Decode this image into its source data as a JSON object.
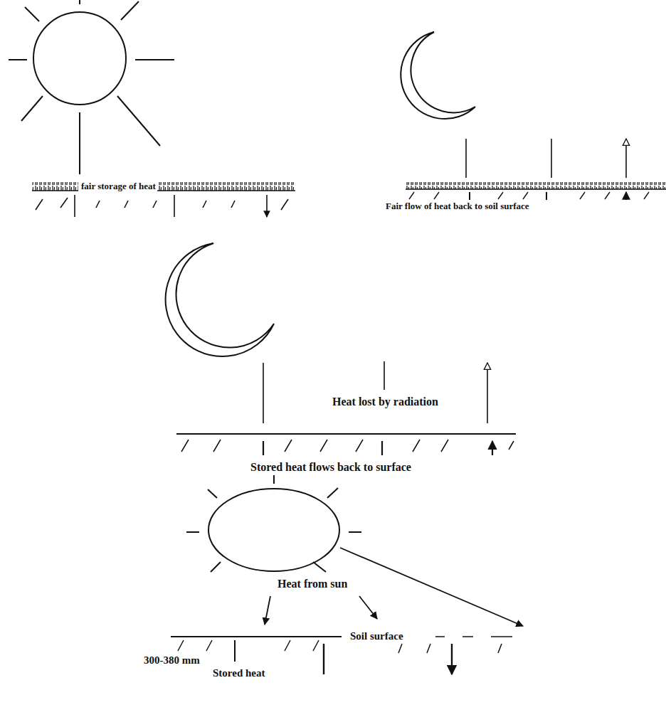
{
  "diagram": {
    "labels": [
      "fair storage of heat",
      "Fair flow of heat back to soil surface",
      "Heat lost by radiation",
      "Stored heat flows back to surface",
      "Heat from sun",
      "Soil surface",
      "300-380 mm",
      "Stored heat"
    ]
  }
}
